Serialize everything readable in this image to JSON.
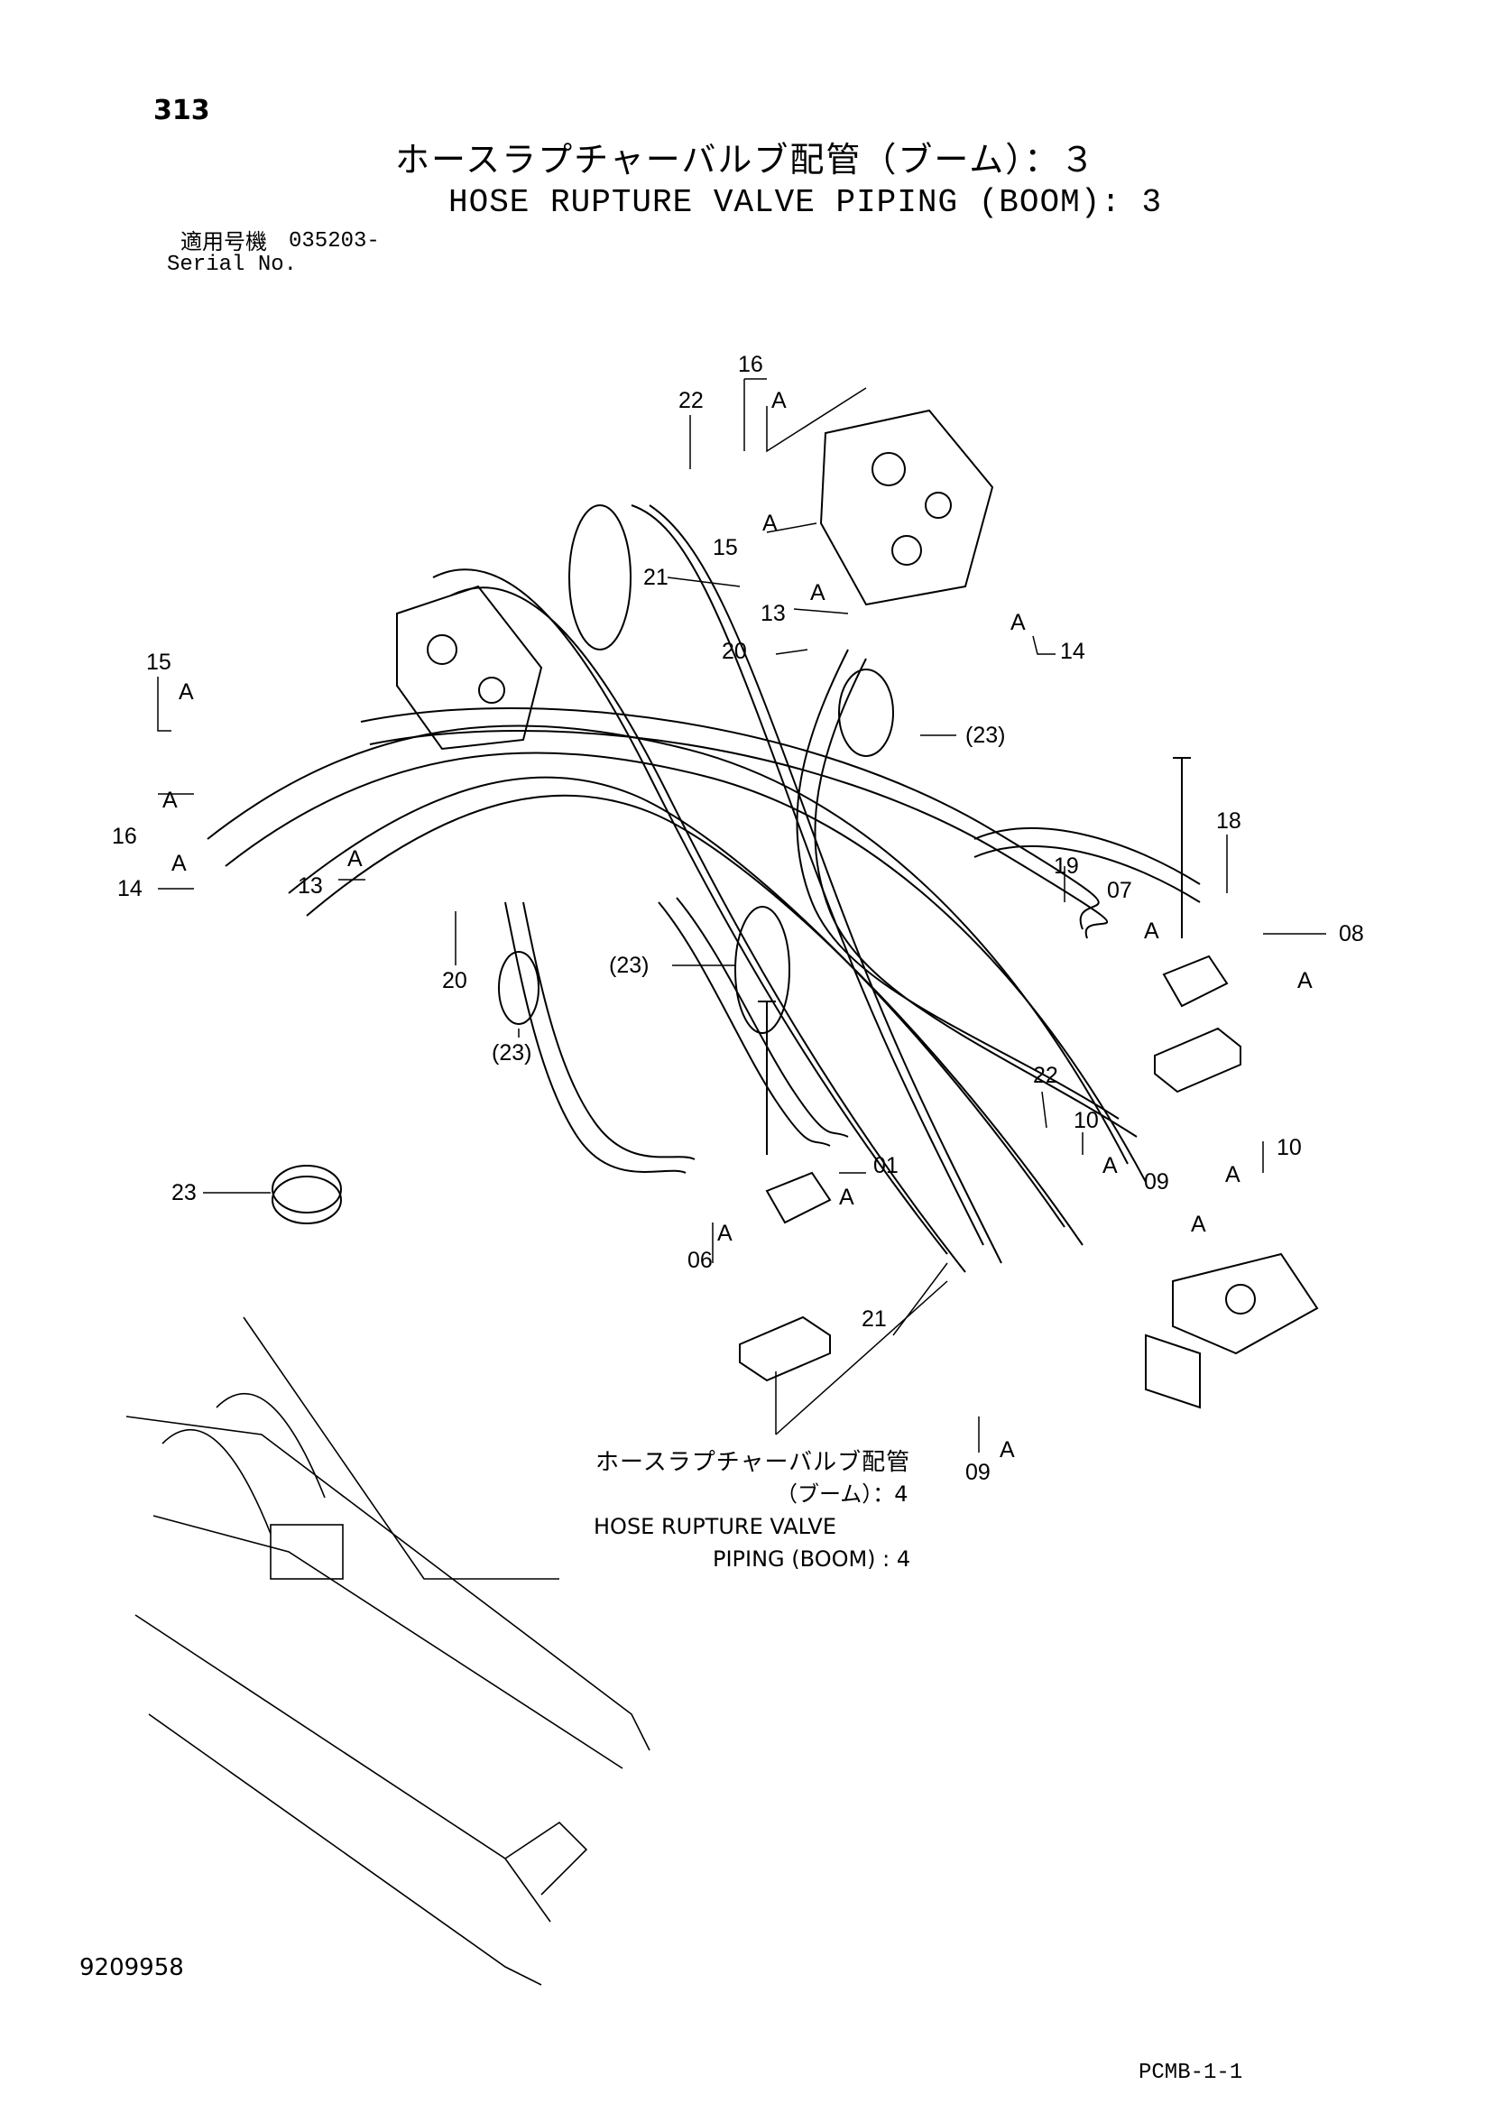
{
  "page_number": "313",
  "title_jp": "ホースラプチャーバルブ配管（ブーム）：３",
  "title_en": "HOSE RUPTURE VALVE PIPING (BOOM): 3",
  "serial": {
    "label_jp": "適用号機",
    "value": "035203-",
    "label_en": "Serial No."
  },
  "reference": {
    "jp_line1": "ホースラプチャーバルブ配管",
    "jp_line2": "（ブーム）：4",
    "en_line1": "HOSE RUPTURE VALVE",
    "en_line2": "PIPING (BOOM) : 4"
  },
  "doc_number": "9209958",
  "page_code": "PCMB-1-1",
  "callouts": {
    "c16a": "16",
    "c22a": "22",
    "cA1": "A",
    "cA2": "A",
    "c15a": "15",
    "c21a": "21",
    "cA3": "A",
    "c13a": "13",
    "c20a": "20",
    "c14a": "14",
    "cA4": "A",
    "c23a": "(23)",
    "c15b": "15",
    "cA5": "A",
    "c16b": "16",
    "cA6": "A",
    "c14b": "14",
    "cA7": "A",
    "c13b": "13",
    "cA8": "A",
    "c20b": "20",
    "c23b": "(23)",
    "c23c": "(23)",
    "c18": "18",
    "c19": "19",
    "c07": "07",
    "cA9": "A",
    "c08": "08",
    "cA10": "A",
    "c22b": "22",
    "c10a": "10",
    "c10b": "10",
    "cA11": "A",
    "cA12": "A",
    "c09a": "09",
    "cA13": "A",
    "c01": "01",
    "cA14": "A",
    "cA15": "A",
    "c06": "06",
    "c23d": "23",
    "c21b": "21",
    "c09b": "09",
    "cA16": "A"
  }
}
